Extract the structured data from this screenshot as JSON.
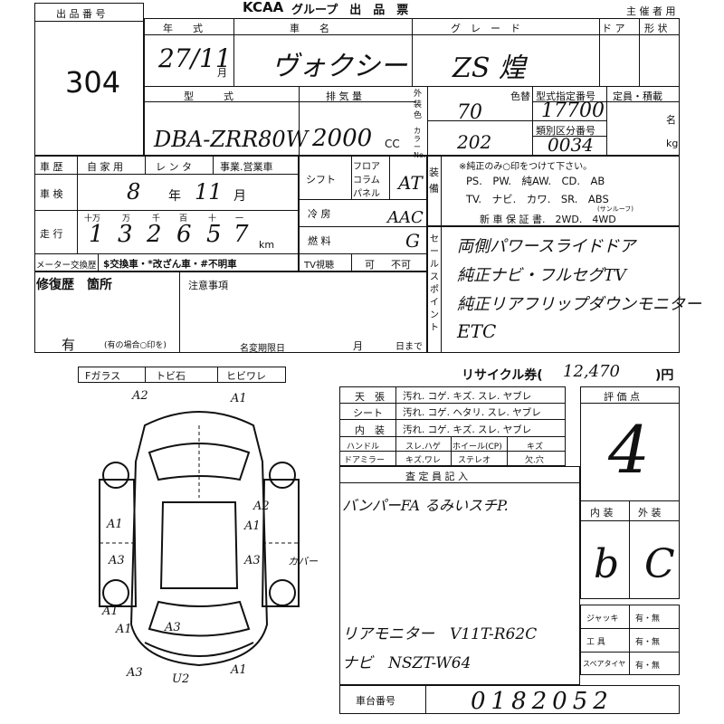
{
  "header": {
    "brand": "KCAA",
    "group_title": "グループ　出　品　票",
    "organizer_label": "主 催 者 用"
  },
  "lot": {
    "label": "出 品 番 号",
    "value": "304"
  },
  "row1": {
    "year_label": "年　　式",
    "name_label": "車　　名",
    "grade_label": "グ　レ　ー　ド",
    "door_label": "ド ア",
    "shape_label": "形 状",
    "year_value": "27/11",
    "month_unit": "月",
    "name_value": "ヴォクシー",
    "grade_value": "ZS 煌"
  },
  "row2": {
    "model_label": "型　　　式",
    "disp_label": "排 気 量",
    "ext_color_label": "外装色",
    "color_no_label": "カラーNo.",
    "color_label": "色替",
    "type_cert_label": "型式指定番号",
    "class_label": "類別区分番号",
    "capacity_label": "定員・積載",
    "capacity_unit": "名",
    "weight_unit": "kg",
    "model_value": "DBA-ZRR80W",
    "disp_value": "2000",
    "disp_unit": "CC",
    "color_value": "70",
    "color_no_value": "202",
    "type_cert_value": "17700",
    "class_value": "0034"
  },
  "history": {
    "label": "車 歴",
    "options": [
      "自 家 用",
      "レ ン タ",
      "事業.営業車"
    ],
    "inspection_label": "車 検",
    "inspection_year": "8",
    "year_unit": "年",
    "inspection_month": "11",
    "month_unit": "月",
    "mileage_label": "走 行",
    "mileage_units": [
      "十万",
      "万",
      "千",
      "百",
      "十",
      "一"
    ],
    "mileage_digits": [
      "1",
      "3",
      "2",
      "6",
      "5",
      "7"
    ],
    "km_unit": "km",
    "meter_label": "メーター交換歴",
    "meter_options": "$交換車・*改ざん車・#不明車"
  },
  "shift": {
    "label": "シフト",
    "options": [
      "フロア",
      "コラム",
      "パネル"
    ],
    "value": "AT",
    "aircon_label": "冷 房",
    "aircon_value": "AAC",
    "fuel_label": "燃 料",
    "fuel_value": "G",
    "tv_label": "TV視聴",
    "tv_yes": "可",
    "tv_no": "不可"
  },
  "equipment": {
    "label": "装備",
    "note": "※純正のみ○印をつけて下さい。",
    "line1": "PS.　PW.　純AW.　CD.　AB",
    "line2": "TV.　ナビ.　カワ.　SR.　ABS",
    "sunroof_note": "(サンルーフ)",
    "line3": "新 車 保 証 書.　2WD.　4WD"
  },
  "sales_point": {
    "label": "セールスポイント",
    "lines": [
      "両側パワースライドドア",
      "純正ナビ・フルセグTV",
      "純正リアフリップダウンモニター",
      "ETC"
    ]
  },
  "repair": {
    "label": "修復歴　箇所",
    "value": "有",
    "hint": "(有の場合○印を)",
    "notes_label": "注意事項",
    "name_change_label": "名変期限日",
    "month": "月",
    "day_until": "日まで"
  },
  "glass": {
    "options": [
      "Fガラス",
      "トビ石",
      "ヒビワレ"
    ]
  },
  "diagram": {
    "marks": [
      "A2",
      "A1",
      "A2",
      "A1",
      "A1",
      "A3",
      "A3",
      "A1",
      "A3",
      "A1",
      "A3",
      "U2",
      "A1",
      "カバー"
    ]
  },
  "recycle": {
    "label": "リサイクル券(",
    "value": "12,470",
    "unit": ")円"
  },
  "condition": {
    "rows": [
      {
        "label": "天　張",
        "options": "汚れ. コゲ. キズ. スレ. ヤブレ"
      },
      {
        "label": "シート",
        "options": "汚れ. コゲ. ヘタリ. スレ. ヤブレ"
      },
      {
        "label": "内　装",
        "options": "汚れ. コゲ. キズ. スレ. ヤブレ"
      }
    ],
    "handle_label": "ハンドル",
    "handle_opts": "スレ.ハゲ",
    "wheel_label": "ホイール(CP)",
    "wheel_opts": "キズ",
    "mirror_label": "ドアミラー",
    "mirror_opts": "キズ.ワレ",
    "stereo_label": "ステレオ",
    "stereo_opts": "欠.穴"
  },
  "inspector": {
    "label": "査 定 員 記 入",
    "note1": "バンパーFA るみいスチP.",
    "note2": "リアモニター　V11T-R62C",
    "note3": "ナビ　NSZT-W64"
  },
  "score": {
    "label": "評 価 点",
    "value": "4",
    "interior_label": "内 装",
    "exterior_label": "外 装",
    "interior_value": "b",
    "exterior_value": "C"
  },
  "tools": {
    "jack_label": "ジャッキ",
    "tools_label": "工 具",
    "spare_label": "スペアタイヤ",
    "yes_no": "有・無"
  },
  "chassis": {
    "label": "車台番号",
    "value": "0182052"
  }
}
